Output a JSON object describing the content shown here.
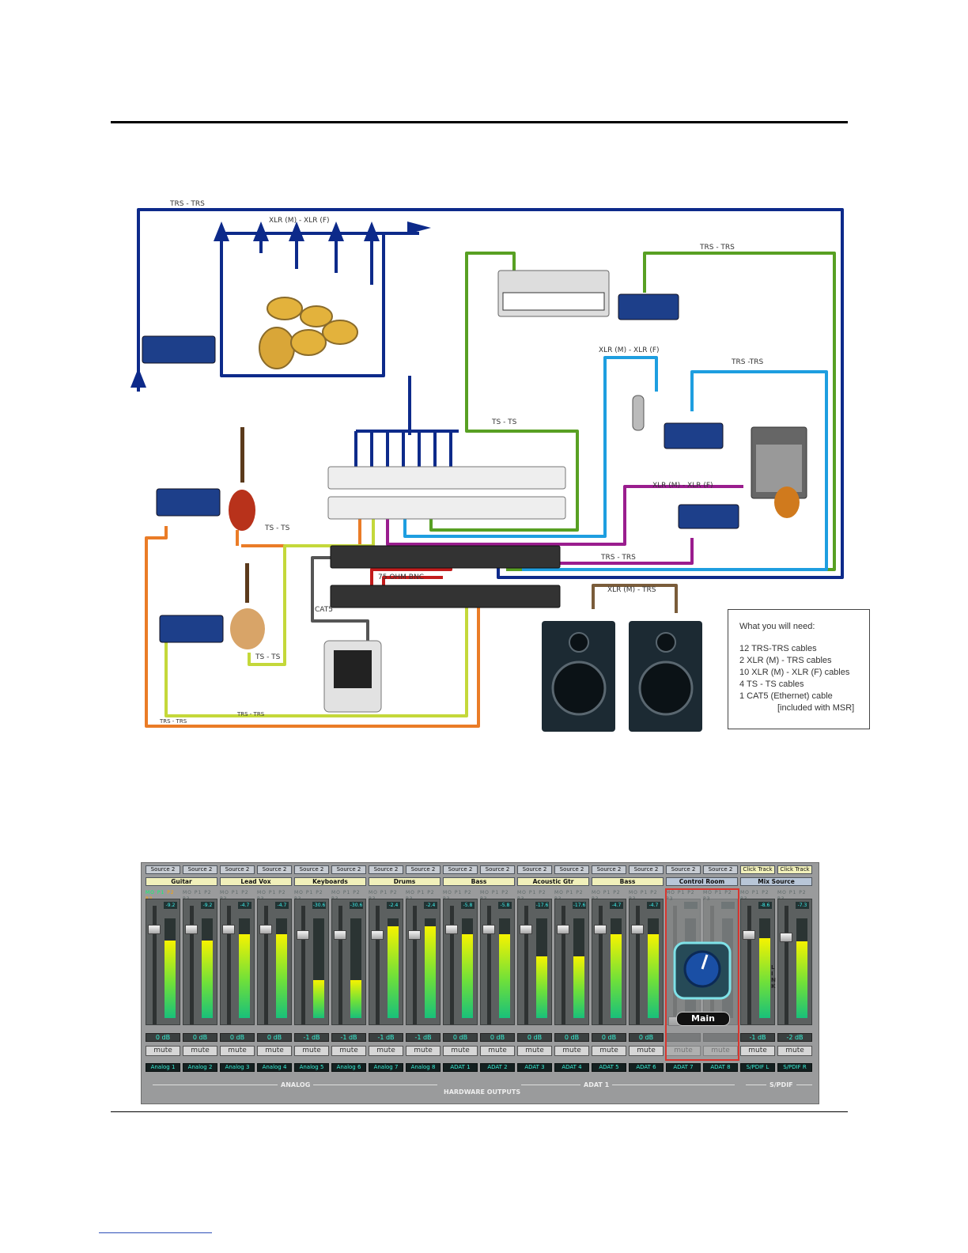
{
  "diagram": {
    "labels": {
      "trs_top": "TRS - TRS",
      "xlr_drums": "XLR (M) - XLR (F)",
      "trs_keys": "TRS - TRS",
      "xlr_vocal": "XLR (M) - XLR (F)",
      "trs_amp": "TRS -TRS",
      "ts_keys": "TS - TS",
      "xlr_amp": "XLR (M) - XLR (F)",
      "ts_bass": "TS - TS",
      "bnc": "75 OHM BNC",
      "trs_mid": "TRS - TRS",
      "xlr_monitor": "XLR (M) - TRS",
      "cat5": "CAT5",
      "ts_acoustic": "TS - TS",
      "trs_bottom1": "TRS - TRS",
      "trs_bottom2": "TRS - TRS"
    },
    "colors": {
      "dark_blue": "#0d2a8a",
      "green": "#58a023",
      "light_blue": "#1e9ee0",
      "purple": "#9a1d8e",
      "orange": "#ea7c27",
      "lime": "#c4d83a",
      "red": "#c21c1c",
      "gray": "#555555",
      "brown": "#7a5c3a"
    },
    "needs": {
      "title": "What you will need:",
      "items": [
        "12 TRS-TRS cables",
        "2  XLR (M) - TRS cables",
        "10 XLR (M) - XLR (F) cables",
        "4  TS - TS cables",
        "1  CAT5 (Ethernet) cable"
      ],
      "note": "[included with MSR]"
    }
  },
  "mixer": {
    "sources": [
      "Source 2",
      "Source 2",
      "Source 2",
      "Source 2",
      "Source 2",
      "Source 2",
      "Source 2",
      "Source 2",
      "Source 2",
      "Source 2",
      "Source 2",
      "Source 2",
      "Source 2",
      "Source 2",
      "Source 2",
      "Source 2",
      "Click Track",
      "Click Track"
    ],
    "groups": [
      "Guitar",
      "Lead Vox",
      "Keyboards",
      "Drums",
      "Bass",
      "Acoustic Gtr",
      "Bass",
      "Control Room",
      "Mix Source"
    ],
    "channel_header": {
      "mo": "MO",
      "p1": "P1",
      "p2": "P2",
      "p3": "P3"
    },
    "peaks": [
      "-9.2",
      "-9.2",
      "-4.7",
      "-4.7",
      "-30.6",
      "-30.6",
      "-2.4",
      "-2.4",
      "-5.8",
      "-5.8",
      "-17.6",
      "-17.6",
      "-4.7",
      "-4.7",
      "",
      "",
      "-8.6",
      "-7.3"
    ],
    "db_values": [
      "0 dB",
      "0 dB",
      "0 dB",
      "0 dB",
      "-1 dB",
      "-1 dB",
      "-1 dB",
      "-1 dB",
      "0 dB",
      "0 dB",
      "0 dB",
      "0 dB",
      "0 dB",
      "0 dB",
      "",
      "",
      "-1 dB",
      "-2 dB"
    ],
    "mute_label": "mute",
    "outputs": [
      "Analog 1",
      "Analog 2",
      "Analog 3",
      "Analog 4",
      "Analog 5",
      "Analog 6",
      "Analog 7",
      "Analog 8",
      "ADAT 1",
      "ADAT 2",
      "ADAT 3",
      "ADAT 4",
      "ADAT 5",
      "ADAT 6",
      "ADAT 7",
      "ADAT 8",
      "S/PDIF L",
      "S/PDIF R"
    ],
    "meter_levels": [
      0.78,
      0.78,
      0.84,
      0.84,
      0.38,
      0.38,
      0.92,
      0.92,
      0.84,
      0.84,
      0.62,
      0.62,
      0.84,
      0.84,
      0,
      0,
      0.8,
      0.77
    ],
    "fader_levels": [
      0.83,
      0.83,
      0.83,
      0.83,
      0.78,
      0.78,
      0.78,
      0.78,
      0.83,
      0.83,
      0.83,
      0.83,
      0.83,
      0.83,
      0,
      0,
      0.78,
      0.76
    ],
    "control_room_label": "Main",
    "link_label": "LINK",
    "sections": {
      "analog": "ANALOG",
      "adat": "ADAT 1",
      "spdif": "S/PDIF",
      "hardware": "HARDWARE OUTPUTS"
    }
  }
}
